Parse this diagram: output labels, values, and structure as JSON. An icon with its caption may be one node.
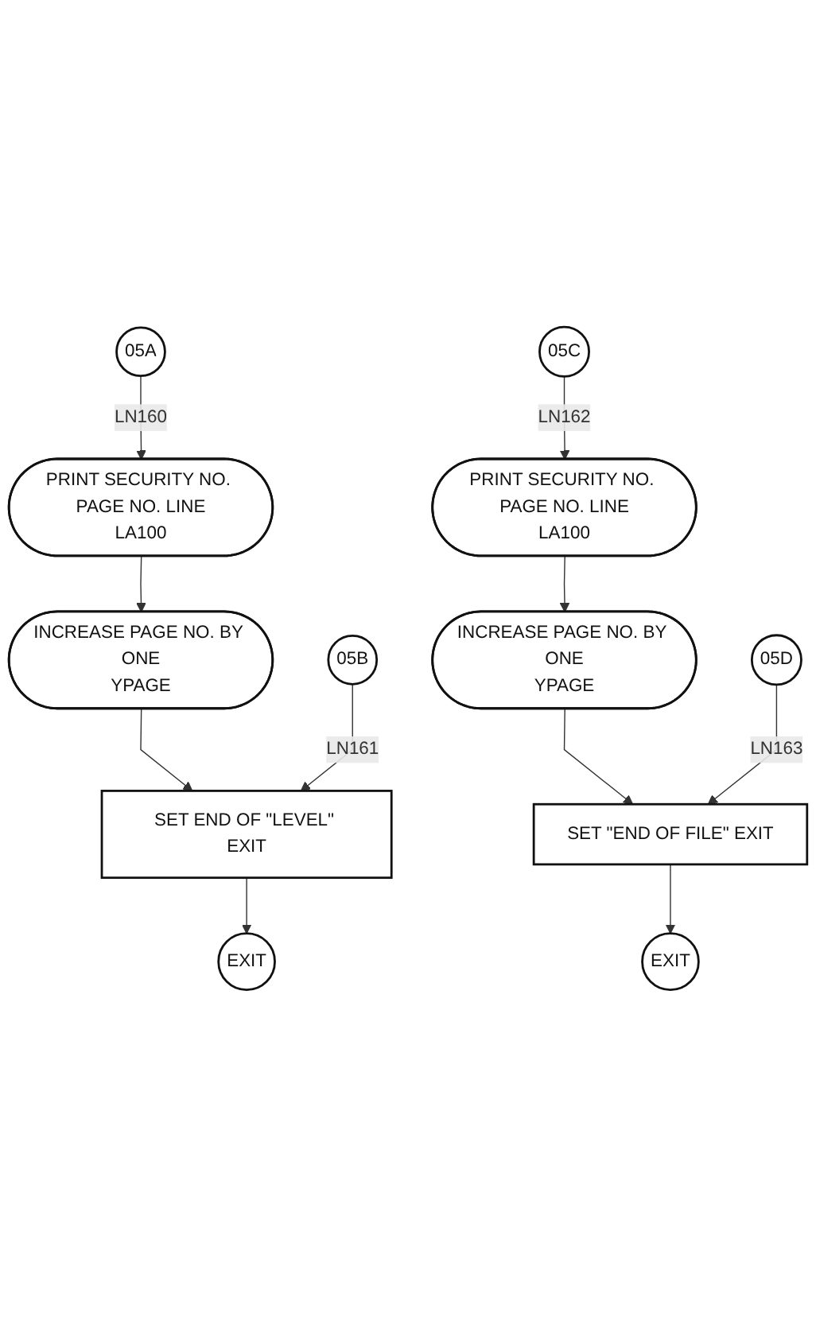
{
  "diagram": {
    "nodes": [
      {
        "text": [
          "05A"
        ]
      },
      {
        "text": [
          "PRINT SECURITY NO. PAGE NO. LINE",
          "LA100"
        ]
      },
      {
        "text": [
          "INCREASE PAGE NO. BY ONE",
          "YPAGE"
        ]
      },
      {
        "text": [
          "05B"
        ]
      },
      {
        "text": [
          "SET END OF \"LEVEL\" EXIT"
        ]
      },
      {
        "text": [
          "EXIT"
        ]
      },
      {
        "text": [
          "05C"
        ]
      },
      {
        "text": [
          "PRINT SECURITY NO. PAGE NO. LINE",
          "LA100"
        ]
      },
      {
        "text": [
          "INCREASE PAGE NO. BY ONE",
          "YPAGE"
        ]
      },
      {
        "text": [
          "05D"
        ]
      },
      {
        "text": [
          "SET \"END OF FILE\" EXIT"
        ]
      },
      {
        "text": [
          "EXIT"
        ]
      }
    ],
    "edges": [
      {
        "from": 0,
        "to": 1,
        "arrow": "to",
        "label": "LN160"
      },
      {
        "from": 1,
        "to": 2,
        "arrow": "to"
      },
      {
        "from": 2,
        "to": 4,
        "arrow": "to"
      },
      {
        "from": 3,
        "to": 4,
        "arrow": "to",
        "label": "LN161"
      },
      {
        "from": 4,
        "to": 5,
        "arrow": "to"
      },
      {
        "from": 6,
        "to": 7,
        "arrow": "to",
        "label": "LN162"
      },
      {
        "from": 7,
        "to": 8,
        "arrow": "to"
      },
      {
        "from": 8,
        "to": 10,
        "arrow": "to"
      },
      {
        "from": 9,
        "to": 10,
        "arrow": "to",
        "label": "LN163"
      },
      {
        "from": 10,
        "to": 11,
        "arrow": "to"
      }
    ]
  }
}
